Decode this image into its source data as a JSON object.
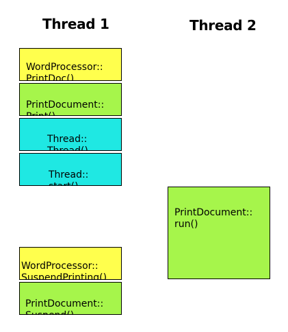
{
  "columns": {
    "thread1": {
      "title": "Thread 1"
    },
    "thread2": {
      "title": "Thread 2"
    }
  },
  "colors": {
    "yellow": "#ffff4d",
    "green": "#a6f54b",
    "cyan": "#1fe8e3",
    "border": "#000000"
  },
  "thread1_boxes": [
    {
      "text": "WordProcessor::\nPrintDoc()",
      "color": "yellow"
    },
    {
      "text": "PrintDocument::\nPrint()",
      "color": "green"
    },
    {
      "text": "Thread::\nThread()",
      "color": "cyan"
    },
    {
      "text": "Thread::\nstart()",
      "color": "cyan"
    },
    {
      "text": "WordProcessor::\nSuspendPrinting()",
      "color": "yellow"
    },
    {
      "text": "PrintDocument::\nSuspend()",
      "color": "green"
    }
  ],
  "thread2_boxes": [
    {
      "text": "PrintDocument::\nrun()",
      "color": "green"
    }
  ]
}
